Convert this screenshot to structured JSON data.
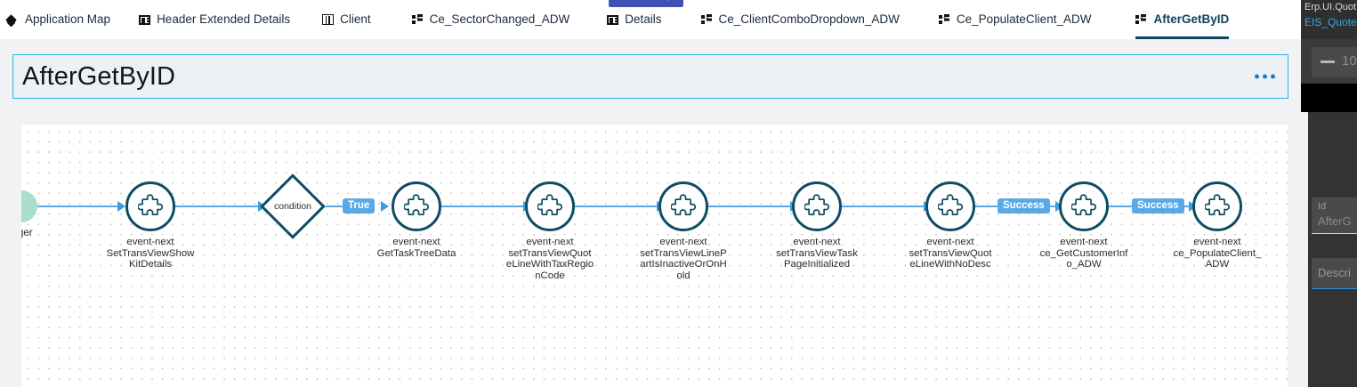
{
  "window": {
    "tabs": [
      {
        "label": "Application Map",
        "icon": "application-map-icon",
        "icon_class": "ic-appmap",
        "active": false
      },
      {
        "label": "Header Extended Details",
        "icon": "table-details-icon",
        "icon_class": "ic-headext",
        "active": false
      },
      {
        "label": "Client",
        "icon": "grid-window-icon",
        "icon_class": "ic-grid",
        "active": false
      },
      {
        "label": "Ce_SectorChanged_ADW",
        "icon": "flow-node-icon",
        "icon_class": "ic-flow",
        "active": false
      },
      {
        "label": "Details",
        "icon": "table-details-icon",
        "icon_class": "ic-headext",
        "active": false
      },
      {
        "label": "Ce_ClientComboDropdown_ADW",
        "icon": "flow-node-icon",
        "icon_class": "ic-flow",
        "active": false
      },
      {
        "label": "Ce_PopulateClient_ADW",
        "icon": "flow-node-icon",
        "icon_class": "ic-flow",
        "active": false
      },
      {
        "label": "AfterGetByID",
        "icon": "flow-node-icon",
        "icon_class": "ic-flow",
        "active": true
      }
    ]
  },
  "header": {
    "title": "AfterGetByID",
    "overflow_menu": "more-options"
  },
  "flow": {
    "trigger": {
      "label": "ger",
      "color": "#a9dfc8"
    },
    "condition": {
      "label": "condition"
    },
    "edge_badges": [
      {
        "label": "True"
      },
      {
        "label": "Success"
      },
      {
        "label": "Success"
      }
    ],
    "nodes": [
      {
        "kind": "event-next",
        "name": "SetTransViewShowKitDetails",
        "line1": "SetTransViewShow",
        "line2": "KitDetails"
      },
      {
        "kind": "event-next",
        "name": "GetTaskTreeData",
        "line1": "GetTaskTreeData",
        "line2": ""
      },
      {
        "kind": "event-next",
        "name": "setTransViewQuoteLineWithTaxRegionCode",
        "line1": "setTransViewQuot",
        "line2": "eLineWithTaxRegio",
        "line3": "nCode"
      },
      {
        "kind": "event-next",
        "name": "setTransViewLinePartIsInactiveOrOnHold",
        "line1": "setTransViewLineP",
        "line2": "artIsInactiveOrOnH",
        "line3": "old"
      },
      {
        "kind": "event-next",
        "name": "setTransViewTaskPageInitialized",
        "line1": "setTransViewTask",
        "line2": "PageInitialized",
        "line3": ""
      },
      {
        "kind": "event-next",
        "name": "setTransViewQuoteLineWithNoDesc",
        "line1": "setTransViewQuot",
        "line2": "eLineWithNoDesc",
        "line3": ""
      },
      {
        "kind": "event-next",
        "name": "ce_GetCustomerInfo_ADW",
        "line1": "ce_GetCustomerInf",
        "line2": "o_ADW",
        "line3": ""
      },
      {
        "kind": "event-next",
        "name": "ce_PopulateClient_ADW",
        "line1": "ce_PopulateClient_",
        "line2": "ADW",
        "line3": ""
      }
    ]
  },
  "right_panel": {
    "title_line1": "Erp.UI.Quot",
    "title_line2": "EIS_QuoteE",
    "zoom_value": "10",
    "collapse_icon": "minus-icon",
    "fields": [
      {
        "label": "Id",
        "value": "AfterG"
      },
      {
        "label": "Descri",
        "value": ""
      }
    ]
  },
  "colors": {
    "accent_blue": "#5aa9e6",
    "node_stroke": "#0d4d63",
    "title_border": "#29b6e8",
    "active_tab": "#10445f",
    "trigger_green": "#a9dfc8",
    "panel_dark": "#333333"
  }
}
